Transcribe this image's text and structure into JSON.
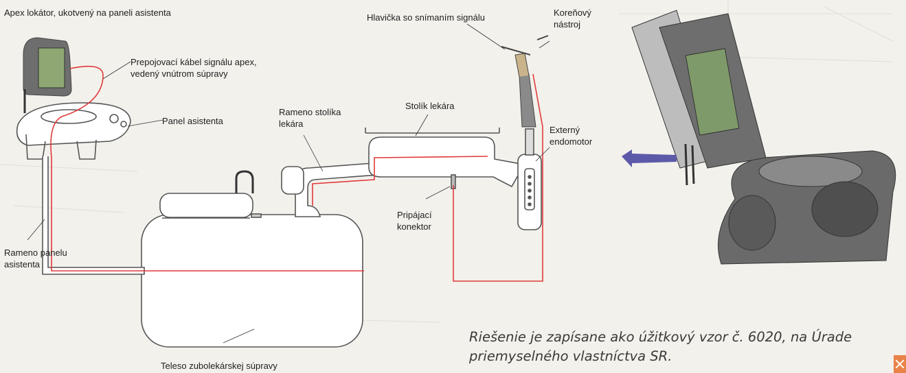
{
  "labels": {
    "apex_locator": "Apex lokátor, ukotvený na paneli asistenta",
    "cable_line1": "Prepojovací kábel signálu apex,",
    "cable_line2": "vedený vnútrom súpravy",
    "assistant_panel": "Panel asistenta",
    "assistant_arm_line1": "Rameno panelu",
    "assistant_arm_line2": "asistenta",
    "doctor_arm_line1": "Rameno stolíka",
    "doctor_arm_line2": "lekára",
    "doctor_table": "Stolík lekára",
    "head": "Hlavička so snímaním signálu",
    "root_tool_line1": "Koreňový",
    "root_tool_line2": "nástroj",
    "endomotor_line1": "Externý",
    "endomotor_line2": "endomotor",
    "connector_line1": "Pripájací",
    "connector_line2": "konektor",
    "body": "Teleso zubolekárskej súpravy"
  },
  "caption": {
    "line1": "Riešenie je zapísane ako úžitkový vzor č. 6020, na Úrade",
    "line2": "priemyselného vlastníctva SR."
  },
  "colors": {
    "signal_cable": "#e03a3a",
    "outline": "#555555",
    "device_gray": "#5b5b5b",
    "screen_green": "#7f9a6a",
    "arrow_blue": "#5c5aa8",
    "accent_orange": "#e8834a"
  }
}
